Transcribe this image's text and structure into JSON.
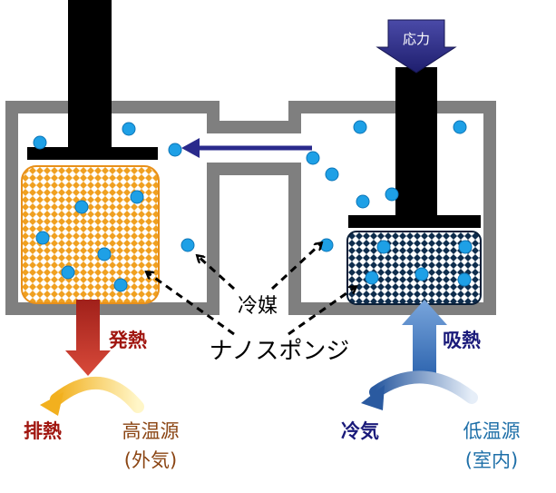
{
  "labels": {
    "stress": "応力",
    "refrigerant": "冷媒",
    "nanosponge": "ナノスポンジ",
    "heat_release": "発熱",
    "heat_absorb": "吸熱",
    "exhaust_heat": "排熱",
    "high_temp_source_line1": "高温源",
    "high_temp_source_line2": "(外気)",
    "cool_air": "冷気",
    "low_temp_source_line1": "低温源",
    "low_temp_source_line2": "(室内)"
  },
  "colors": {
    "frame": "#7f7f7f",
    "piston": "#000000",
    "droplet": "#29a8e0",
    "hot_sponge": "#f5a623",
    "cold_sponge": "#0d2a4a",
    "flow_arrow": "#2a2a8c",
    "hot_arrow": "#c0392b",
    "cold_arrow": "#4a7fc1",
    "hot_text": "#a0150f",
    "source_text": "#8b4513",
    "cold_text": "#1a1a7a",
    "low_source_text": "#1e6fa8"
  }
}
